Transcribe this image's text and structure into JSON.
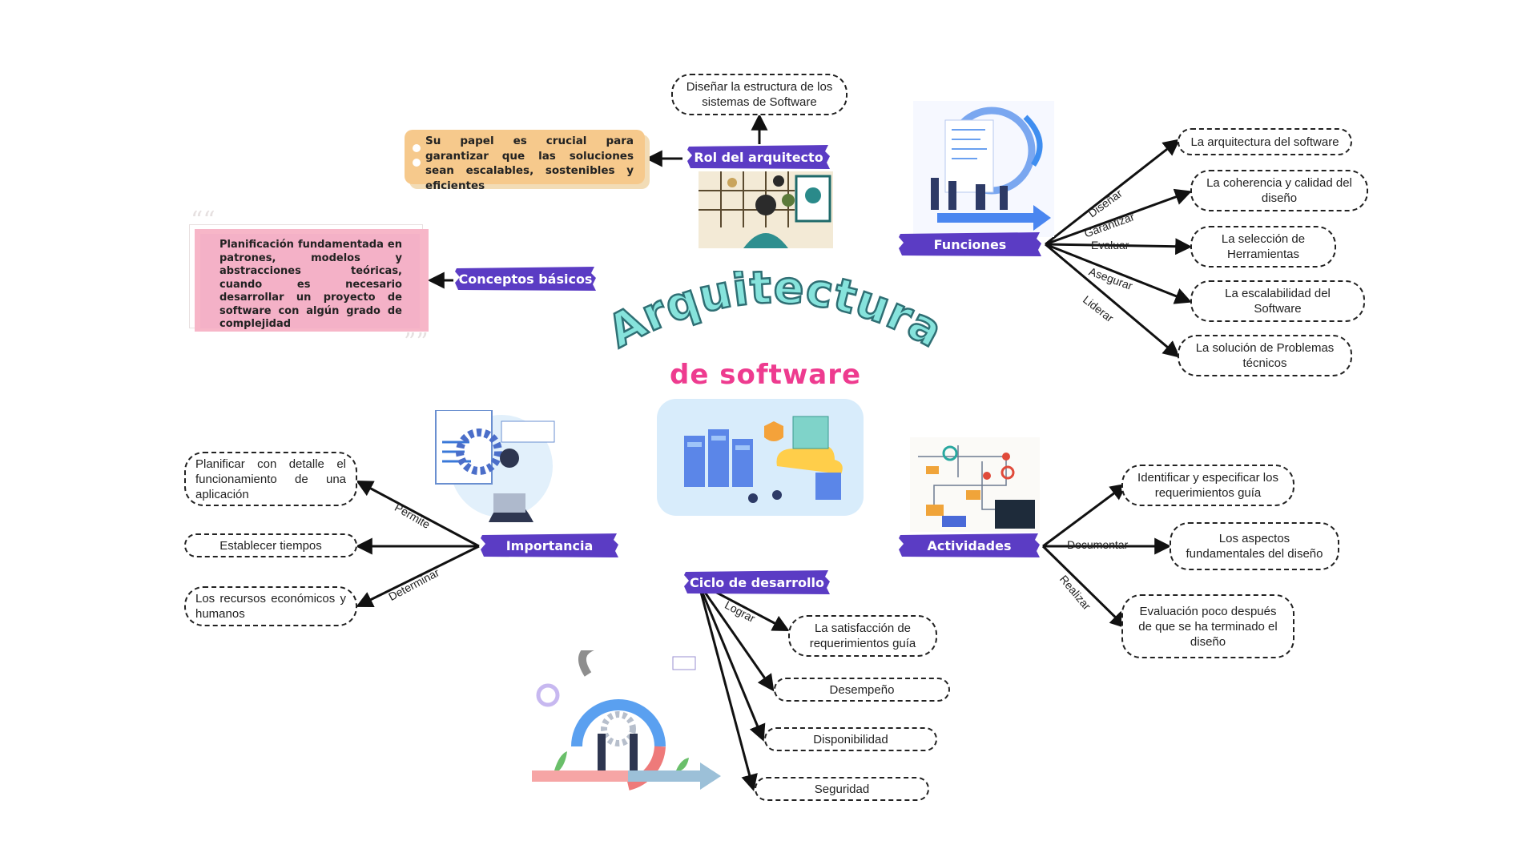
{
  "title": {
    "main": "Arquitectura",
    "sub": "de software"
  },
  "rol": {
    "label": "Rol del arquitecto",
    "top_box": "Diseñar la estructura de los sistemas de Software",
    "note": "Su papel es crucial para garantizar que las soluciones sean escalables, sostenibles y eficientes"
  },
  "conceptos": {
    "label": "Conceptos básicos",
    "note": "Planificación fundamentada en patrones, modelos y abstracciones teóricas, cuando es necesario desarrollar un proyecto de software con algún grado de complejidad"
  },
  "funciones": {
    "label": "Funciones",
    "items": [
      {
        "verb": "Diseñar",
        "box": "La arquitectura del software"
      },
      {
        "verb": "Garantizar",
        "box": "La coherencia y calidad del diseño"
      },
      {
        "verb": "Evaluar",
        "box": "La selección de Herramientas"
      },
      {
        "verb": "Asegurar",
        "box": "La escalabilidad del Software"
      },
      {
        "verb": "Liderar",
        "box": "La solución de Problemas técnicos"
      }
    ]
  },
  "importancia": {
    "label": "Importancia",
    "verbs": [
      "Permite",
      "Determinar"
    ],
    "items": [
      "Planificar con detalle el funcionamiento de una aplicación",
      "Establecer tiempos",
      "Los recursos económicos y humanos"
    ]
  },
  "actividades": {
    "label": "Actividades",
    "verbs": [
      "Documentar",
      "Realizar"
    ],
    "items": [
      "Identificar y especificar los requerimientos guía",
      "Los aspectos fundamentales del diseño",
      "Evaluación poco después de que se ha terminado el diseño"
    ]
  },
  "ciclo": {
    "label": "Ciclo de desarrollo",
    "verb": "Lograr",
    "items": [
      "La satisfacción de requerimientos guía",
      "Desempeño",
      "Disponibilidad",
      "Seguridad"
    ]
  },
  "colors": {
    "brush": "#5b3cc4",
    "title_teal": "#86e3dc",
    "subtitle_pink": "#ee3b8f",
    "note_orange": "#f6c98c",
    "note_pink": "#f4b1c7"
  },
  "icons": [
    "architect-illustration",
    "team-dashboard-illustration",
    "server-cloud-illustration",
    "developer-gears-illustration",
    "workflow-illustration",
    "dev-cycle-illustration"
  ]
}
